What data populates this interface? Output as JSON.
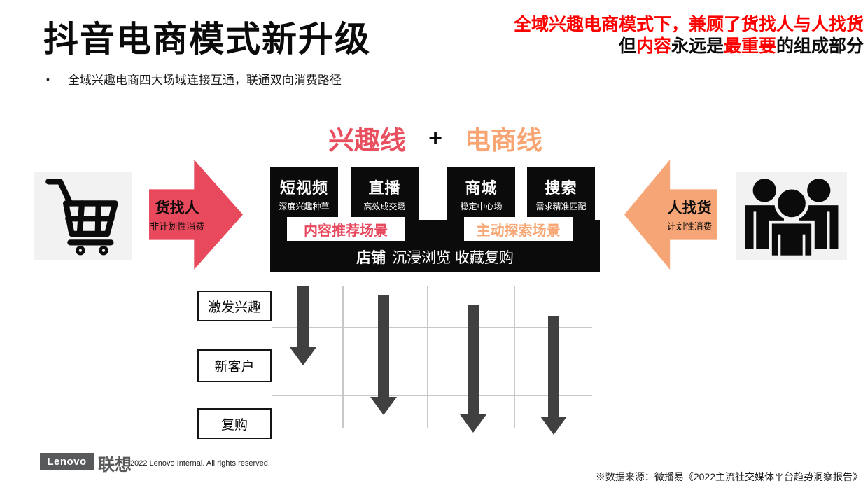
{
  "slide": {
    "title": "抖音电商模式新升级",
    "bullet_glyph": "•",
    "bullet": "全域兴趣电商四大场域连接互通，联通双向消费路径"
  },
  "headline": {
    "line1": "全域兴趣电商模式下，兼顾了货找人与人找货",
    "line2": [
      {
        "text": "但",
        "color": "#0b0b0b"
      },
      {
        "text": "内容",
        "color": "#ff0000"
      },
      {
        "text": "永远是",
        "color": "#0b0b0b"
      },
      {
        "text": "最重要",
        "color": "#ff0000"
      },
      {
        "text": "的组成部分",
        "color": "#0b0b0b"
      }
    ]
  },
  "axis": {
    "interest": "兴趣线",
    "plus": "+",
    "commerce": "电商线"
  },
  "channels": [
    {
      "title": "短视频",
      "subtitle": "深度兴趣种草"
    },
    {
      "title": "直播",
      "subtitle": "高效成交场"
    },
    {
      "title": "商城",
      "subtitle": "稳定中心场"
    },
    {
      "title": "搜索",
      "subtitle": "需求精准匹配"
    }
  ],
  "scenes": {
    "content": "内容推荐场景",
    "explore": "主动探索场景"
  },
  "shop": {
    "bold": "店铺",
    "rest": "沉浸浏览 收藏复购"
  },
  "arrows": {
    "left": {
      "title": "货找人",
      "subtitle": "非计划性消费"
    },
    "right": {
      "title": "人找货",
      "subtitle": "计划性消费"
    }
  },
  "stages": [
    {
      "label": "激发兴趣"
    },
    {
      "label": "新客户"
    },
    {
      "label": "复购"
    }
  ],
  "icons": {
    "cart": "shopping-cart-icon",
    "people": "people-group-icon"
  },
  "colors": {
    "headline_red": "#ff0000",
    "coral_red": "#e9495c",
    "orange": "#f6a676",
    "flow_arrow_gray": "#404040",
    "gridline_gray": "#c8c8c8",
    "icon_tile_gray": "#f2f2f2",
    "lenovo_gray": "#58595b",
    "box_black": "#0b0b0b"
  },
  "footer": {
    "logo_text": "Lenovo",
    "logo_cn": "联想",
    "copyright": "2022 Lenovo Internal. All rights reserved.",
    "source": "※数据来源：微播易《2022主流社交媒体平台趋势洞察报告》"
  }
}
